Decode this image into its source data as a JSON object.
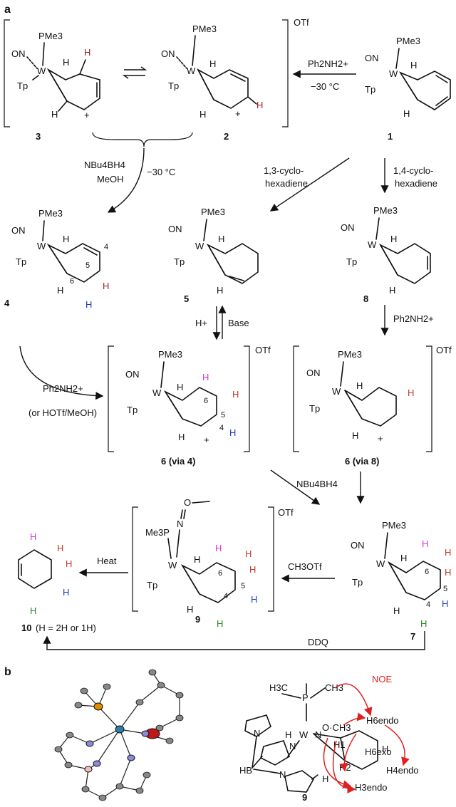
{
  "panels": {
    "a": "a",
    "b": "b"
  },
  "common": {
    "otf": "OTf",
    "on": "ON",
    "pme3": "PMe3",
    "w": "W",
    "tp": "Tp",
    "h": "H",
    "plus": "+"
  },
  "compounds": {
    "c1": "1",
    "c2": "2",
    "c3": "3",
    "c4": "4",
    "c5": "5",
    "c8": "8",
    "c6_via4": "6 (via 4)",
    "c6_via8": "6 (via 8)",
    "c7": "7",
    "c9": "9",
    "c10": "10",
    "c10_note": "(H = 2H or 1H)"
  },
  "reagents": {
    "r1": "Ph2NH2+",
    "r1_temp": "−30 °C",
    "nbu4bh4": "NBu4BH4",
    "meoh": "MeOH",
    "temp2": "−30 °C",
    "cyclo13_line1": "1,3-cyclo-",
    "cyclo13_line2": "hexadiene",
    "cyclo14_line1": "1,4-cyclo-",
    "cyclo14_line2": "hexadiene",
    "hplus": "H+",
    "base": "Base",
    "ph2nh2_left": "Ph2NH2+",
    "or_hotf": "(or HOTf/MeOH)",
    "ph2nh2_right": "Ph2NH2+",
    "nbu4bh4_2": "NBu4BH4",
    "ch3otf": "CH3OTf",
    "heat": "Heat",
    "ddq": "DDQ"
  },
  "ring_numbers": {
    "n4": "4",
    "n5": "5",
    "n6": "6"
  },
  "compound9": {
    "me3p": "Me3P",
    "o": "O",
    "n": "N"
  },
  "panel_b": {
    "noe": "NOE",
    "h3c": "H3C",
    "ch3": "CH3",
    "p": "P",
    "o_ch3": "O·CH3",
    "h6endo": "H6endo",
    "h6exo": "H6exo",
    "h4endo": "H4endo",
    "h3endo": "H3endo",
    "h1": "H1",
    "h2": "H2",
    "hb": "HB",
    "n": "N",
    "label": "9"
  },
  "colors": {
    "red": "#c0392b",
    "darkred": "#9b1c1c",
    "blue": "#1f3fbf",
    "magenta": "#d633d6",
    "green": "#1f8a1f",
    "orange": "#e08a00",
    "accent": "#e02020"
  }
}
